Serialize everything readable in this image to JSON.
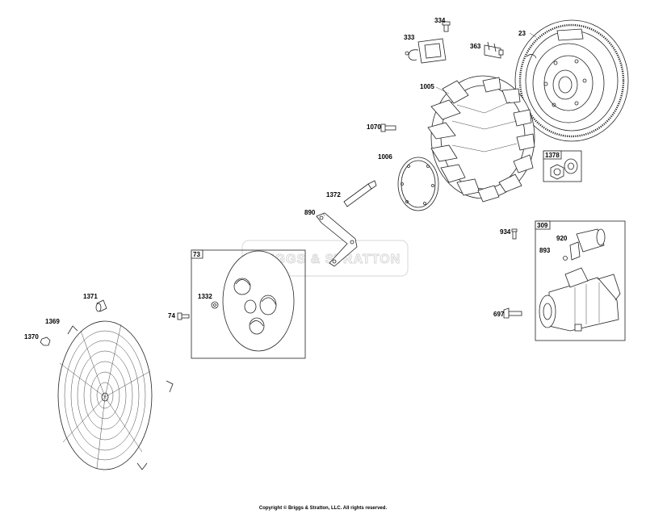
{
  "watermark": "BRIGGS & STRATTON",
  "copyright": "Copyright © Briggs & Stratton, LLC. All rights reserved.",
  "callouts": {
    "c334": "334",
    "c333": "333",
    "c363": "363",
    "c23": "23",
    "c1005": "1005",
    "c1070": "1070",
    "c1006": "1006",
    "c1378": "1378",
    "c1372": "1372",
    "c890": "890",
    "c934": "934",
    "c309": "309",
    "c920": "920",
    "c893": "893",
    "c697": "697",
    "c73": "73",
    "c1332": "1332",
    "c74": "74",
    "c1371": "1371",
    "c1369": "1369",
    "c1370": "1370"
  }
}
